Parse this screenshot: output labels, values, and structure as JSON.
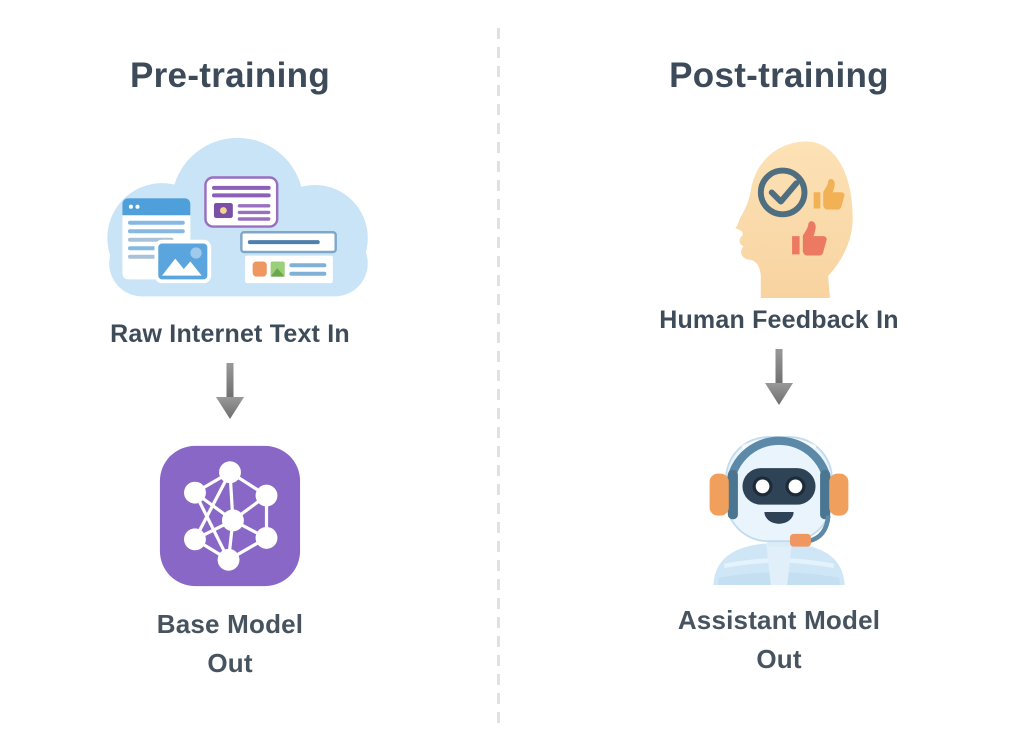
{
  "diagram": {
    "left": {
      "title": "Pre-training",
      "input_label": "Raw Internet Text In",
      "output_label_line1": "Base Model",
      "output_label_line2": "Out",
      "input_icon": "internet-cloud-icon",
      "flow_icon": "down-arrow-icon",
      "output_icon": "neural-network-icon"
    },
    "right": {
      "title": "Post-training",
      "input_label": "Human Feedback In",
      "output_label_line1": "Assistant Model",
      "output_label_line2": "Out",
      "input_icon": "human-feedback-icon",
      "flow_icon": "down-arrow-icon",
      "output_icon": "assistant-robot-icon"
    },
    "colors": {
      "text_dark": "#3c4a59",
      "arrow_gray": "#7c7c7c",
      "divider_gray": "#e1e1e3",
      "cloud_blue": "#c9e4f7",
      "browser_blue": "#4f9fdb",
      "card_purple": "#9b6fc0",
      "neural_purple": "#8867c6",
      "head_skin": "#fbdcab",
      "check_slate": "#4f6e80",
      "thumb_orange": "#f2b155",
      "thumb_red": "#ec7a62",
      "robot_face": "#e9f4fc",
      "visor_navy": "#2e4356",
      "headphone_band": "#5d89a8",
      "headphone_cup_orange": "#f0a05c"
    }
  }
}
